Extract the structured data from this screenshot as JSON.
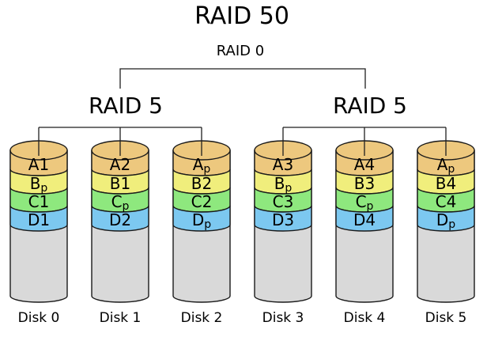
{
  "title": "RAID 50",
  "raid0_label": "RAID 0",
  "groups": [
    {
      "label": "RAID 5",
      "disks": [
        {
          "name": "Disk 0",
          "blocks": [
            {
              "label": "A1",
              "parity": false
            },
            {
              "label": "Bp",
              "parity": true
            },
            {
              "label": "C1",
              "parity": false
            },
            {
              "label": "D1",
              "parity": false
            }
          ]
        },
        {
          "name": "Disk 1",
          "blocks": [
            {
              "label": "A2",
              "parity": false
            },
            {
              "label": "B1",
              "parity": false
            },
            {
              "label": "Cp",
              "parity": true
            },
            {
              "label": "D2",
              "parity": false
            }
          ]
        },
        {
          "name": "Disk 2",
          "blocks": [
            {
              "label": "Ap",
              "parity": true
            },
            {
              "label": "B2",
              "parity": false
            },
            {
              "label": "C2",
              "parity": false
            },
            {
              "label": "Dp",
              "parity": true
            }
          ]
        }
      ]
    },
    {
      "label": "RAID 5",
      "disks": [
        {
          "name": "Disk 3",
          "blocks": [
            {
              "label": "A3",
              "parity": false
            },
            {
              "label": "Bp",
              "parity": true
            },
            {
              "label": "C3",
              "parity": false
            },
            {
              "label": "D3",
              "parity": false
            }
          ]
        },
        {
          "name": "Disk 4",
          "blocks": [
            {
              "label": "A4",
              "parity": false
            },
            {
              "label": "B3",
              "parity": false
            },
            {
              "label": "Cp",
              "parity": true
            },
            {
              "label": "D4",
              "parity": false
            }
          ]
        },
        {
          "name": "Disk 5",
          "blocks": [
            {
              "label": "Ap",
              "parity": true
            },
            {
              "label": "B4",
              "parity": false
            },
            {
              "label": "C4",
              "parity": false
            },
            {
              "label": "Dp",
              "parity": true
            }
          ]
        }
      ]
    }
  ],
  "colors": {
    "block_rows": [
      "#EDC87E",
      "#F0EE7C",
      "#8EE87E",
      "#7CC8F0"
    ],
    "disk_body": "#D9D9D9",
    "outline": "#1A1A1A",
    "line": "#1F1F1F",
    "text": "#000000",
    "background": "#FFFFFF"
  }
}
